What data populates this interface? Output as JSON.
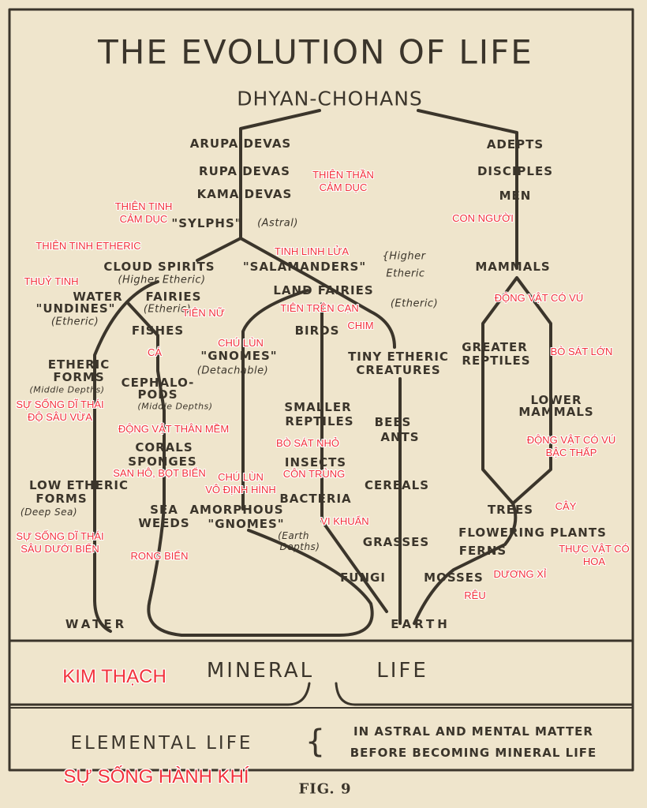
{
  "title": "THE EVOLUTION OF LIFE",
  "root": "DHYAN-CHOHANS",
  "figure_caption": "FIG. 9",
  "colors": {
    "paper": "#efe5cc",
    "ink": "#3b352b",
    "annotation": "#f2323c"
  },
  "labels": {
    "arupa_devas": "ARUPA DEVAS",
    "rupa_devas": "RUPA DEVAS",
    "kama_devas": "KAMA DEVAS",
    "sylphs": "\"SYLPHS\"",
    "astral": "(Astral)",
    "adepts": "ADEPTS",
    "disciples": "DISCIPLES",
    "men": "MEN",
    "cloud_spirits": "CLOUD SPIRITS",
    "higher_etheric_paren": "(Higher Etheric)",
    "salamanders": "\"SALAMANDERS\"",
    "higher": "{Higher",
    "etheric_brace": "Etheric",
    "mammals": "MAMMALS",
    "water_undines_1": "WATER",
    "water_undines_2": "\"UNDINES\"",
    "undines_etheric": "(Etheric)",
    "fairies": "FAIRIES",
    "fairies_etheric": "(Etheric)",
    "land_fairies": "LAND FAIRIES",
    "land_fairies_etheric": "(Etheric)",
    "fishes": "FISHES",
    "birds": "BIRDS",
    "gnomes": "\"GNOMES\"",
    "detachable": "(Detachable)",
    "tiny_etheric_1": "TINY ETHERIC",
    "tiny_etheric_2": "CREATURES",
    "greater_reptiles_1": "GREATER",
    "greater_reptiles_2": "REPTILES",
    "etheric_forms_1": "ETHERIC",
    "etheric_forms_2": "FORMS",
    "etheric_forms_3": "(Middle Depths)",
    "cephalopods_1": "CEPHALO-",
    "cephalopods_2": "PODS",
    "cephalopods_3": "(Middle Depths)",
    "smaller_reptiles_1": "SMALLER",
    "smaller_reptiles_2": "REPTILES",
    "bees": "BEES",
    "ants": "ANTS",
    "lower_mammals_1": "LOWER",
    "lower_mammals_2": "MAMMALS",
    "corals": "CORALS",
    "sponges": "SPONGES",
    "insects": "INSECTS",
    "low_etheric_1": "LOW ETHERIC",
    "low_etheric_2": "FORMS",
    "low_etheric_3": "(Deep Sea)",
    "cereals": "CEREALS",
    "bacteria": "BACTERIA",
    "trees": "TREES",
    "sea": "SEA",
    "weeds": "WEEDS",
    "amorphous_1": "AMORPHOUS",
    "amorphous_2": "\"GNOMES\"",
    "earth_depths_1": "(Earth",
    "earth_depths_2": "Depths)",
    "flowering_plants": "FLOWERING PLANTS",
    "ferns": "FERNS",
    "grasses": "GRASSES",
    "fungi": "FUNGI",
    "mosses": "MOSSES",
    "water": "WATER",
    "earth": "EARTH",
    "mineral": "MINERAL",
    "life": "LIFE",
    "elemental_life": "ELEMENTAL LIFE",
    "elemental_note_1": "IN ASTRAL AND MENTAL MATTER",
    "elemental_note_2": "BEFORE BECOMING MINERAL LIFE"
  },
  "annotations": {
    "thien_than_1": "THIÊN THẦN",
    "thien_than_2": "CẢM DỤC",
    "thien_tinh_cd_1": "THIÊN TINH",
    "thien_tinh_cd_2": "CẢM DỤC",
    "con_nguoi": "CON NGƯỜI",
    "thien_tinh_etheric": "THIÊN TINH ETHERIC",
    "tinh_linh_lua": "TINH LINH LỬA",
    "thuy_tinh": "THUỶ TINH",
    "dong_vat_co_vu": "ĐỘNG VẬT CÓ VÚ",
    "tien_tren_can": "TIÊN TRÊN CẠN",
    "tien_nu": "TIÊN NỮ",
    "chim": "CHIM",
    "chu_lun": "CHÚ LÙN",
    "bo_sat_lon": "BÒ SÁT LỚN",
    "ca": "CÁ",
    "su_song_vua_1": "SỰ SỐNG DĨ THÁI",
    "su_song_vua_2": "ĐỘ SÂU VỪA",
    "dong_vat_than_mem": "ĐỘNG VẬT THÂN MỀM",
    "bo_sat_nho": "BÒ SÁT NHỎ",
    "dvcv_bac_thap_1": "ĐỘNG VẬT CÓ VÚ",
    "dvcv_bac_thap_2": "BẬC THẤP",
    "san_ho": "SAN HÔ, BỌT BIỂN",
    "con_trung": "CÔN TRÙNG",
    "chu_lun_vdh_1": "CHÚ LÙN",
    "chu_lun_vdh_2": "VÔ ĐỊNH HÌNH",
    "cay": "CÂY",
    "vi_khuan": "VI KHUẨN",
    "su_song_sau_1": "SỰ SỐNG DĨ THÁI",
    "su_song_sau_2": "SÂU DƯỚI BIỂN",
    "rong_bien": "RONG BIỂN",
    "thuc_vat_1": "THỰC VẬT CÓ",
    "thuc_vat_2": "HOA",
    "duong_xi": "DƯƠNG XỈ",
    "reu": "RÊU",
    "kim_thach": "KIM THẠCH",
    "su_song_hanh_khi": "SỰ SỐNG HÀNH KHÍ"
  }
}
